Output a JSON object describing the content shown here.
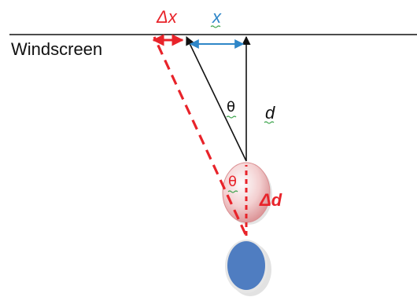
{
  "labels": {
    "windscreen": "Windscreen",
    "delta_x": "Δx",
    "x": "x",
    "theta_upper": "θ",
    "d": "d",
    "theta_lower": "θ",
    "delta_d": "Δd"
  },
  "colors": {
    "ink": "#111111",
    "red": "#e8232a",
    "blue": "#2e86c8",
    "eye_blue": "#4f7dc1",
    "eye_pink": "#e9a8aa",
    "squiggle": "#3aa34a"
  }
}
